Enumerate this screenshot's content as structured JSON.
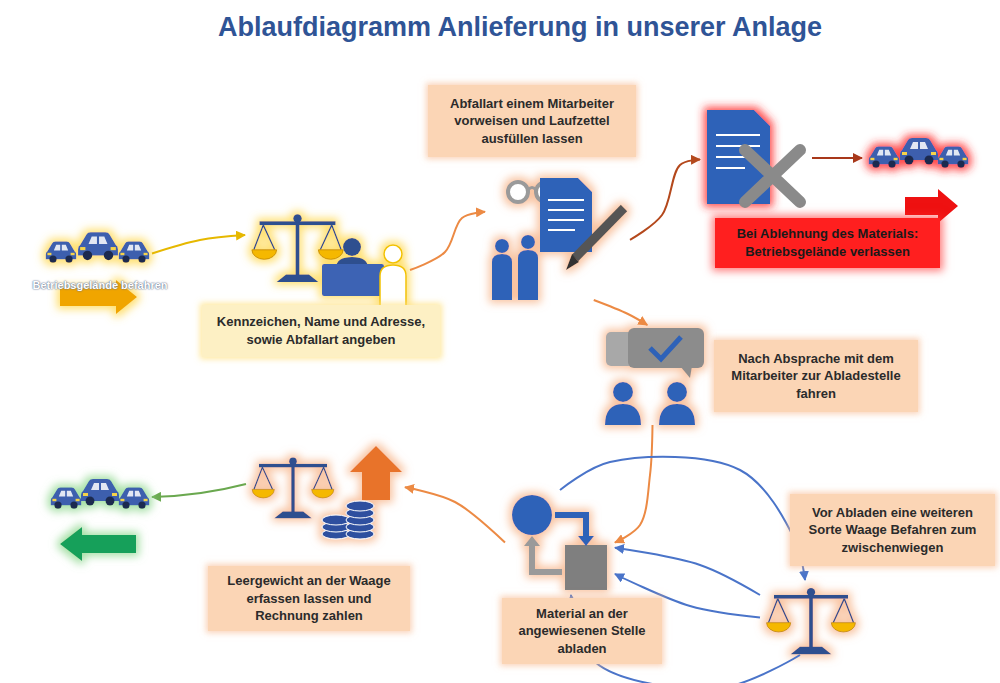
{
  "diagram": {
    "title": "Ablaufdiagramm Anlieferung in unserer Anlage",
    "nodes": [
      {
        "text": [
          "Betriebsgelände befahren"
        ]
      },
      {
        "text": [
          "Kennzeichen, Name und Adresse, sowie Abfallart angeben"
        ]
      },
      {
        "text": [
          "Abfallart einem Mitarbeiter vorweisen und Laufzettel ausfüllen lassen"
        ]
      },
      {
        "text": [
          "Bei Ablehnung des Materials: Betriebsgelände verlassen"
        ]
      },
      {
        "text": [
          "Nach Absprache mit dem Mitarbeiter zur Abladestelle fahren"
        ]
      },
      {
        "text": [
          "Material an der angewiesenen Stelle abladen"
        ]
      },
      {
        "text": [
          "Vor Abladen eine weiteren Sorte Waage Befahren zum zwischenwiegen"
        ]
      },
      {
        "text": [
          "Leergewicht an der Waage erfassen lassen und Rechnung zahlen"
        ]
      }
    ],
    "edges": [
      {
        "from": 0,
        "to": 1,
        "arrow": "to"
      },
      {
        "from": 1,
        "to": 2,
        "arrow": "to"
      },
      {
        "from": 2,
        "to": 3,
        "arrow": "to"
      },
      {
        "from": 2,
        "to": 4,
        "arrow": "to"
      },
      {
        "from": 4,
        "to": 5,
        "arrow": "to"
      },
      {
        "from": 5,
        "to": 6,
        "arrow": "to"
      },
      {
        "from": 6,
        "to": 5,
        "arrow": "to"
      },
      {
        "from": 6,
        "to": 5,
        "arrow": "to"
      },
      {
        "from": 6,
        "to": 5,
        "arrow": "to"
      },
      {
        "from": 5,
        "to": 7,
        "arrow": "to"
      }
    ]
  }
}
